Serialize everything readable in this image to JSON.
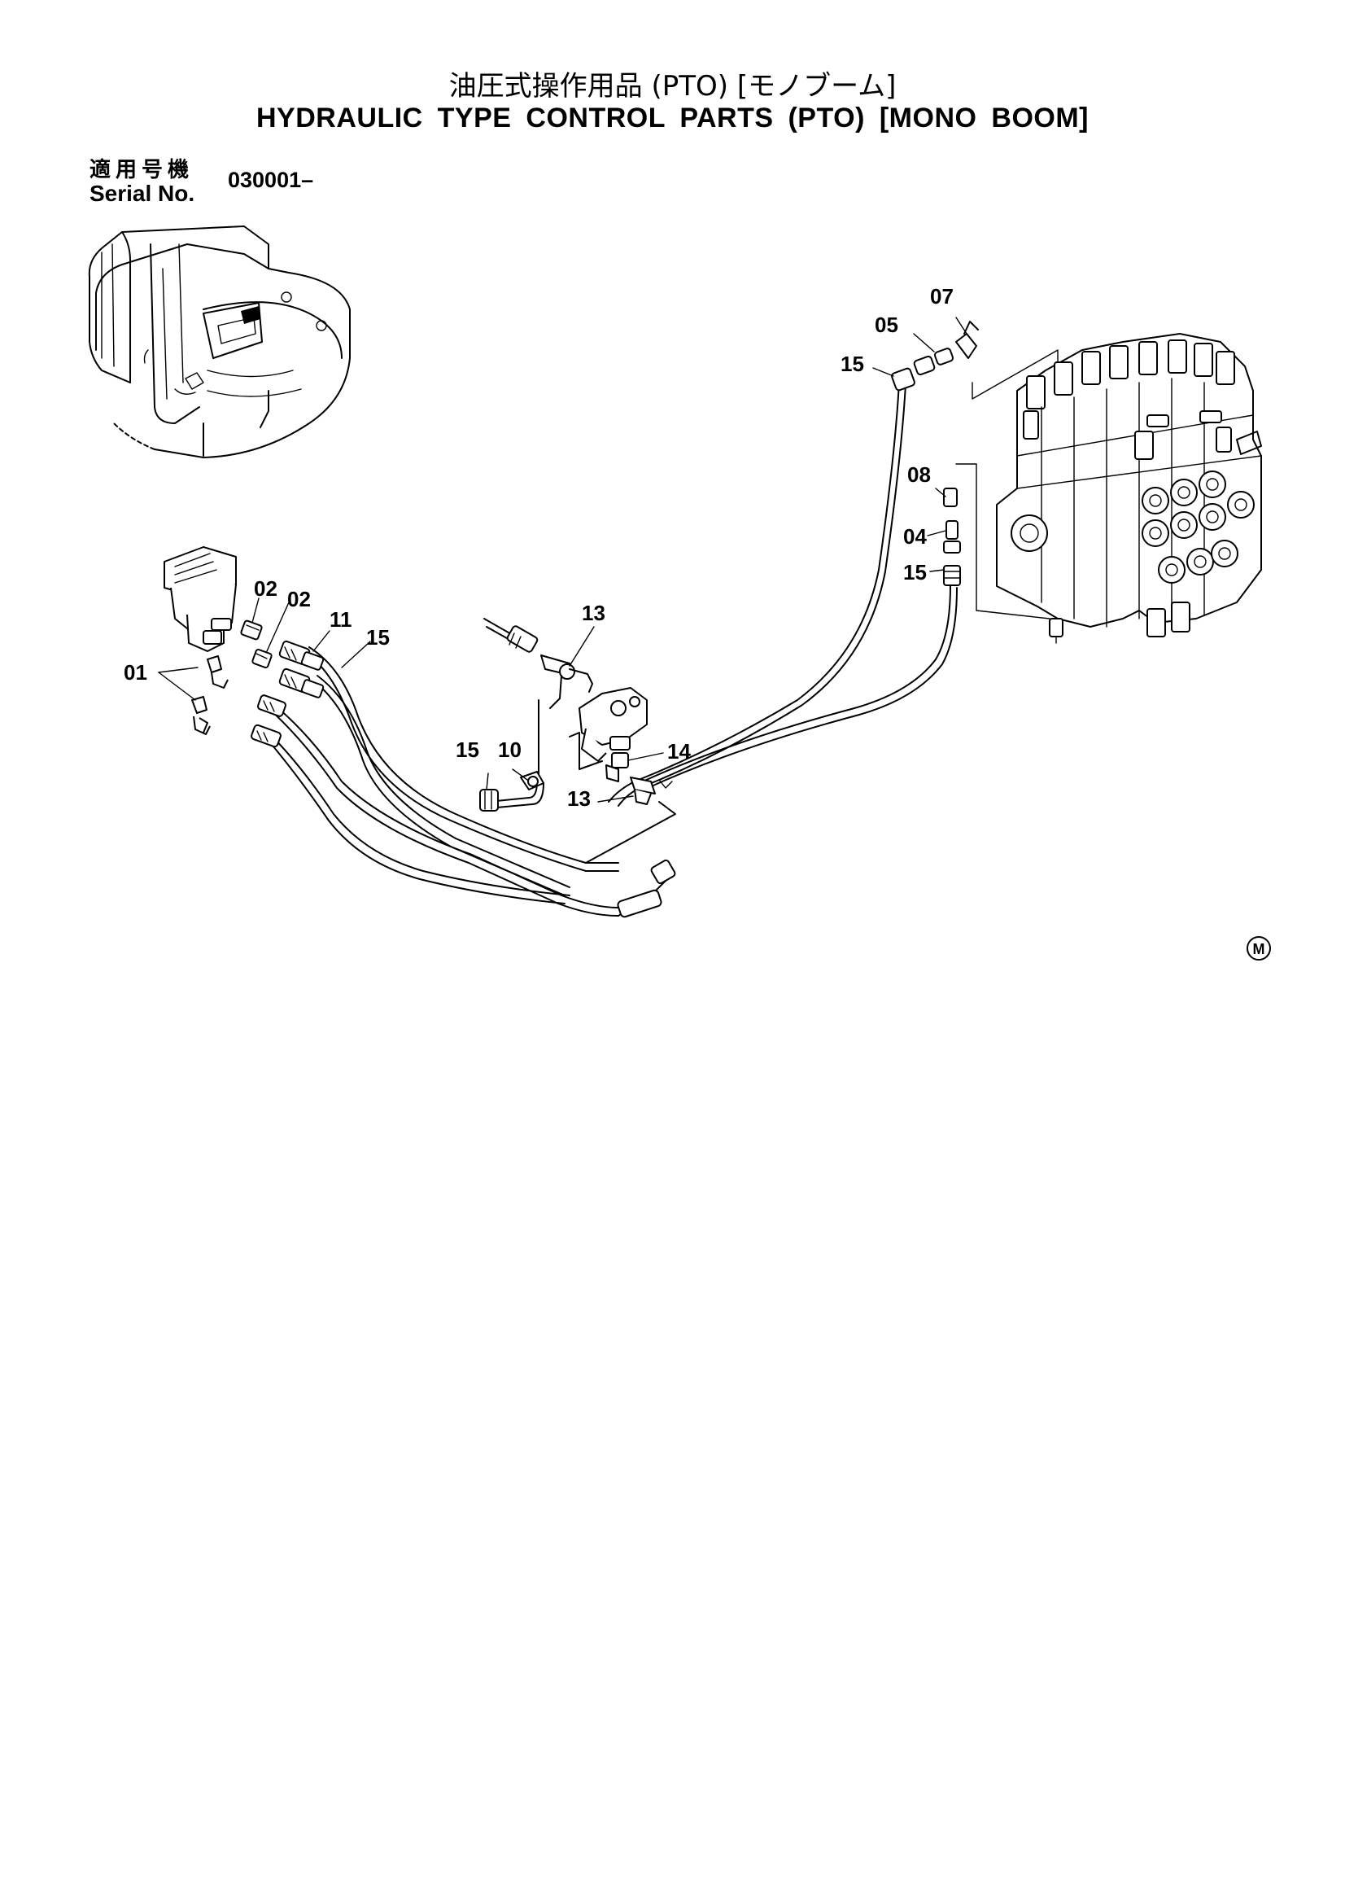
{
  "header": {
    "title_ja": "油圧式操作用品 (PTO) [モノブーム]",
    "title_en": "HYDRAULIC TYPE CONTROL PARTS (PTO) [MONO BOOM]"
  },
  "serial": {
    "label_ja": "適用号機",
    "label_en": "Serial No.",
    "value": "030001–"
  },
  "callouts": [
    {
      "id": "c07",
      "text": "07"
    },
    {
      "id": "c05",
      "text": "05"
    },
    {
      "id": "c15a",
      "text": "15"
    },
    {
      "id": "c08",
      "text": "08"
    },
    {
      "id": "c04",
      "text": "04"
    },
    {
      "id": "c15b",
      "text": "15"
    },
    {
      "id": "c02a",
      "text": "02"
    },
    {
      "id": "c02b",
      "text": "02"
    },
    {
      "id": "c11",
      "text": "11"
    },
    {
      "id": "c15c",
      "text": "15"
    },
    {
      "id": "c01",
      "text": "01"
    },
    {
      "id": "c13a",
      "text": "13"
    },
    {
      "id": "c15d",
      "text": "15"
    },
    {
      "id": "c10",
      "text": "10"
    },
    {
      "id": "c14",
      "text": "14"
    },
    {
      "id": "c13b",
      "text": "13"
    }
  ],
  "mark": {
    "text": "M"
  }
}
